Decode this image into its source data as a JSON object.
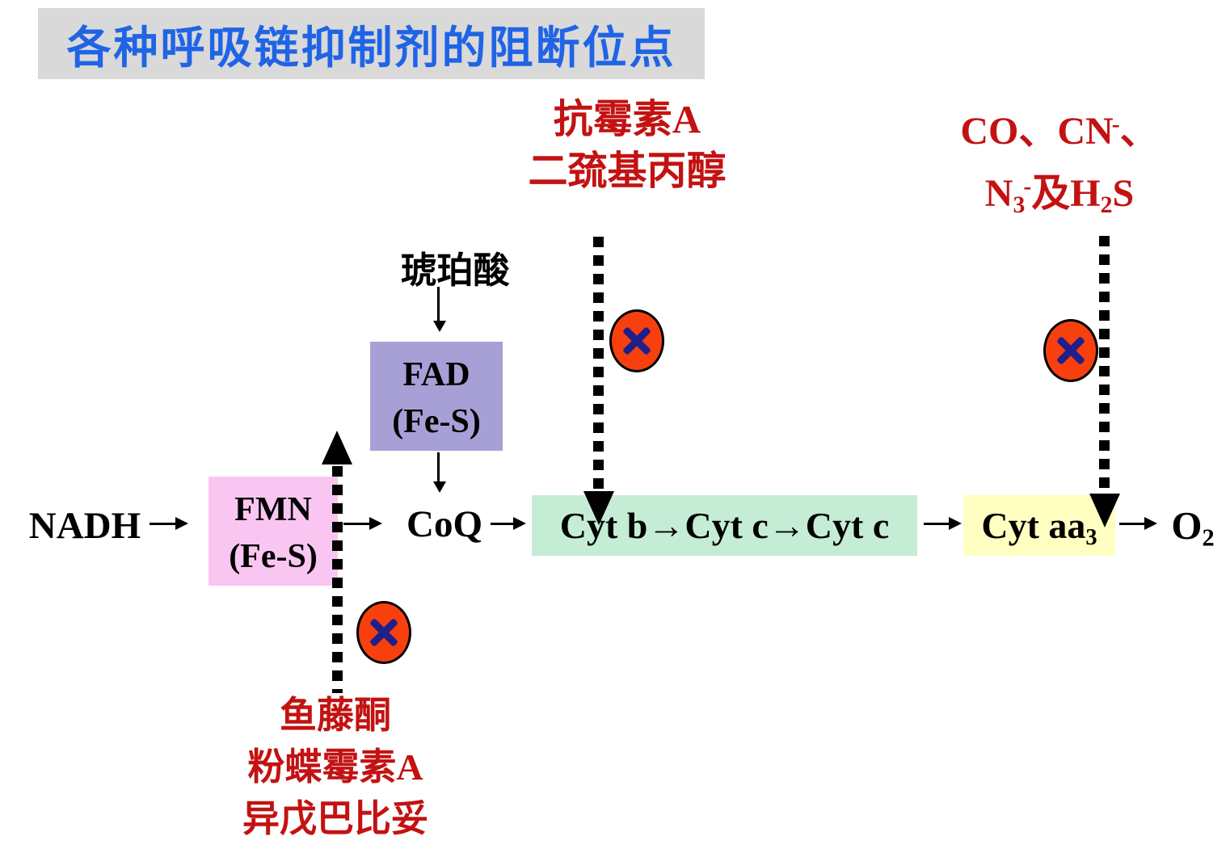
{
  "title": "各种呼吸链抑制剂的阻断位点",
  "colors": {
    "title_blue": "#2064e6",
    "title_bar_gray": "#d9d9d9",
    "inhibitor_red": "#c31212",
    "fmn_box_pink": "#f9c6f1",
    "fad_box_purple": "#a7a0d6",
    "cyt_chain_green": "#c5edd6",
    "cyt_aa3_yellow": "#ffffc2",
    "block_circle_fill": "#f8400f",
    "block_x_navy": "#1f1f8a"
  },
  "chain": {
    "nadh": "NADH",
    "fmn": {
      "line1": "FMN",
      "line2": "(Fe-S)"
    },
    "succinate": "琥珀酸",
    "fad": {
      "line1": "FAD",
      "line2": "(Fe-S)"
    },
    "coq": "CoQ",
    "cyt_bcc": "Cyt b→Cyt c→Cyt c",
    "cyt_aa3": {
      "base": "Cyt aa",
      "sub": "3"
    },
    "o2": {
      "base": "O",
      "sub": "2"
    }
  },
  "inhibitors": {
    "site1": {
      "lines": [
        "鱼藤酮",
        "粉蝶霉素A",
        "异戊巴比妥"
      ]
    },
    "site2": {
      "lines": [
        "抗霉素A",
        "二巯基丙醇"
      ]
    },
    "site3": {
      "line1": {
        "base": "CO、CN",
        "sup": "-",
        "tail": "、"
      },
      "line2": {
        "n": "N",
        "n_sub": "3",
        "n_sup": "-",
        "mid": "及H",
        "h_sub": "2",
        "tail": "S"
      }
    }
  }
}
